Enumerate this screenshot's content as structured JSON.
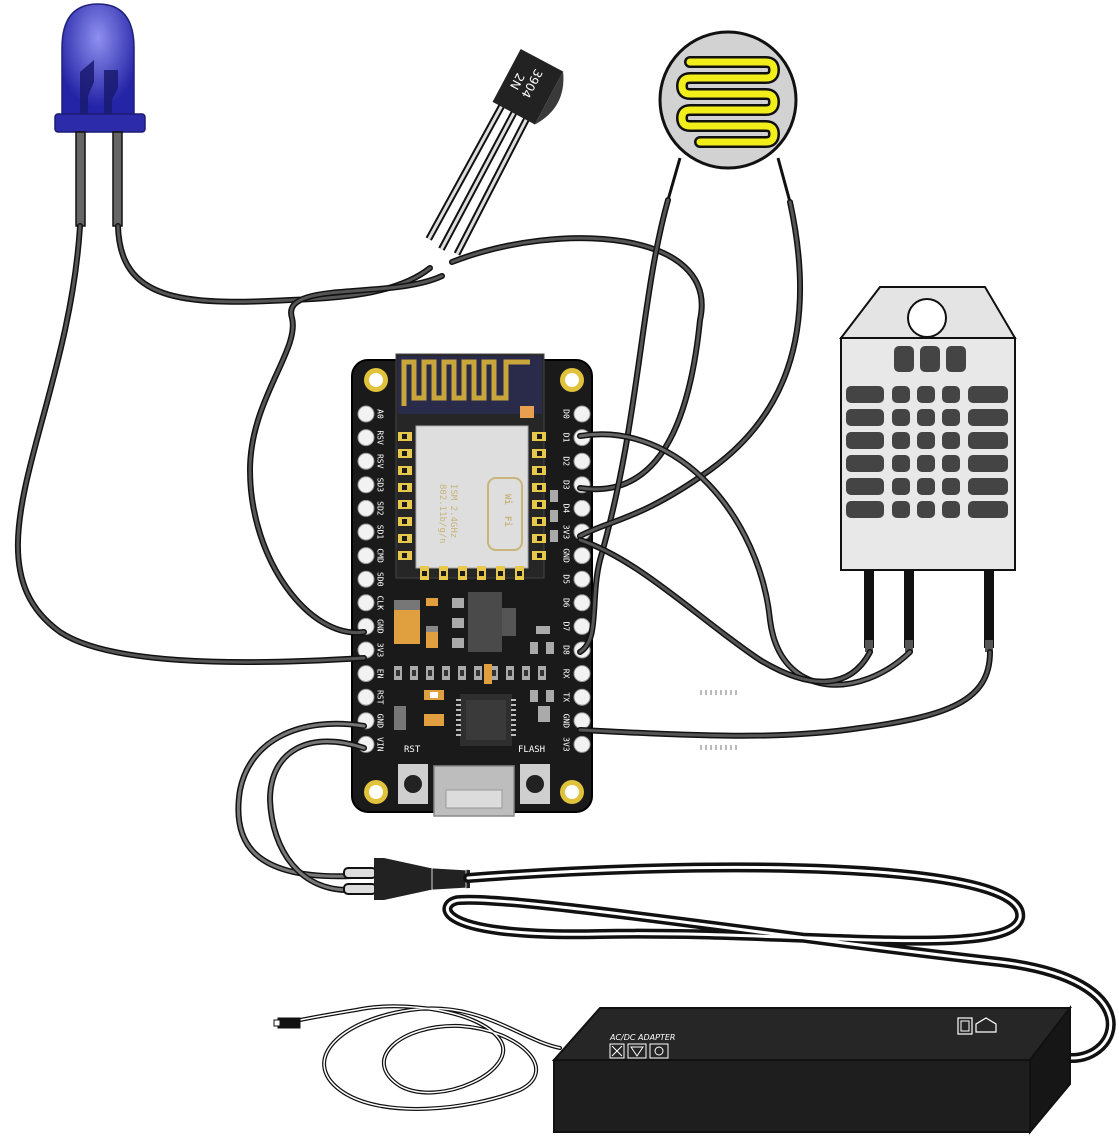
{
  "board": {
    "left_pins": [
      "A0",
      "RSV",
      "RSV",
      "SD3",
      "SD2",
      "SD1",
      "CMD",
      "SD0",
      "CLK",
      "GND",
      "3V3",
      "EN",
      "RST",
      "GND",
      "VIN"
    ],
    "right_pins": [
      "D0",
      "D1",
      "D2",
      "D3",
      "D4",
      "3V3",
      "GND",
      "D5",
      "D6",
      "D7",
      "D8",
      "RX",
      "TX",
      "GND",
      "3V3"
    ],
    "rst_label": "RST",
    "flash_label": "FLASH",
    "module_wifi": "Wi",
    "module_fi": "Fi",
    "module_text_1": "ISM 2.4GHz",
    "module_text_2": "802.11b/g/n"
  },
  "transistor": {
    "line1": "2N",
    "line2": "3904"
  },
  "adapter": {
    "label": "AC/DC ADAPTER"
  },
  "colors": {
    "led": "#2a2ab8",
    "board": "#1a1a1a",
    "pad": "#f2f2f2",
    "pin_gold": "#e8c84a",
    "ldr_track": "#f2ee1a",
    "wire_dark": "#3d3d3d",
    "wire_light": "#6a6a6a",
    "sensor_body": "#e8e8e8"
  }
}
